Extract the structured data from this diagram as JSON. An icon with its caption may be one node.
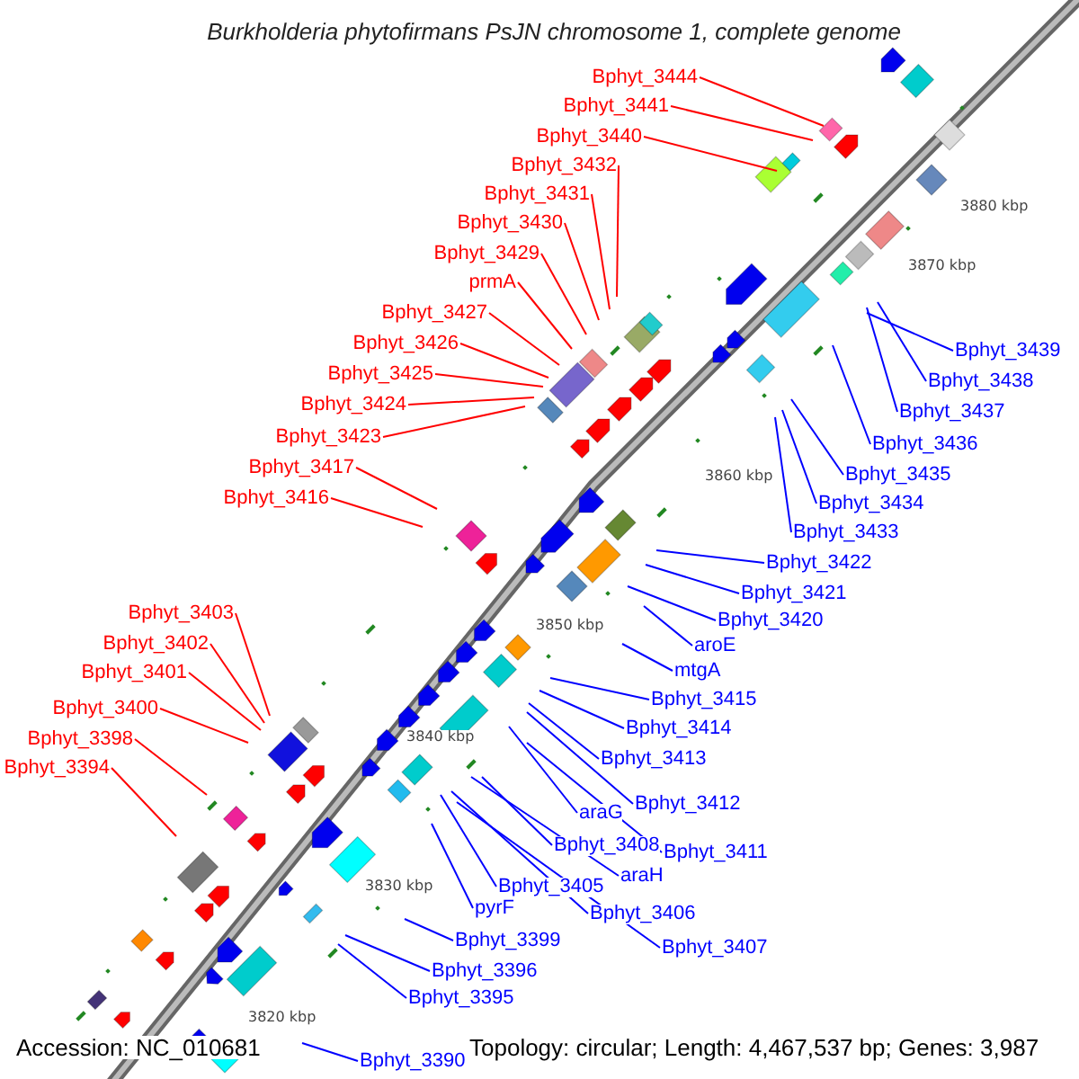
{
  "diagram": {
    "title": "Burkholderia phytofirmans PsJN chromosome 1, complete genome",
    "nodes": [
      {
        "text": [
          "Bphyt_3444"
        ]
      },
      {
        "text": [
          "Bphyt_3441"
        ]
      },
      {
        "text": [
          "Bphyt_3440"
        ]
      },
      {
        "text": [
          "Bphyt_3432"
        ]
      },
      {
        "text": [
          "Bphyt_3431"
        ]
      },
      {
        "text": [
          "Bphyt_3430"
        ]
      },
      {
        "text": [
          "Bphyt_3429"
        ]
      },
      {
        "text": [
          "prmA"
        ]
      },
      {
        "text": [
          "Bphyt_3427"
        ]
      },
      {
        "text": [
          "Bphyt_3426"
        ]
      },
      {
        "text": [
          "Bphyt_3425"
        ]
      },
      {
        "text": [
          "Bphyt_3424"
        ]
      },
      {
        "text": [
          "Bphyt_3423"
        ]
      },
      {
        "text": [
          "Bphyt_3417"
        ]
      },
      {
        "text": [
          "Bphyt_3416"
        ]
      },
      {
        "text": [
          "Bphyt_3403"
        ]
      },
      {
        "text": [
          "Bphyt_3402"
        ]
      },
      {
        "text": [
          "Bphyt_3401"
        ]
      },
      {
        "text": [
          "Bphyt_3400"
        ]
      },
      {
        "text": [
          "Bphyt_3398"
        ]
      },
      {
        "text": [
          "Bphyt_3394"
        ]
      },
      {
        "text": [
          "Bphyt_3439"
        ]
      },
      {
        "text": [
          "Bphyt_3438"
        ]
      },
      {
        "text": [
          "Bphyt_3437"
        ]
      },
      {
        "text": [
          "Bphyt_3436"
        ]
      },
      {
        "text": [
          "Bphyt_3435"
        ]
      },
      {
        "text": [
          "Bphyt_3434"
        ]
      },
      {
        "text": [
          "Bphyt_3433"
        ]
      },
      {
        "text": [
          "Bphyt_3422"
        ]
      },
      {
        "text": [
          "Bphyt_3421"
        ]
      },
      {
        "text": [
          "Bphyt_3420"
        ]
      },
      {
        "text": [
          "aroE"
        ]
      },
      {
        "text": [
          "mtgA"
        ]
      },
      {
        "text": [
          "Bphyt_3415"
        ]
      },
      {
        "text": [
          "Bphyt_3414"
        ]
      },
      {
        "text": [
          "Bphyt_3413"
        ]
      },
      {
        "text": [
          "Bphyt_3412"
        ]
      },
      {
        "text": [
          "araG"
        ]
      },
      {
        "text": [
          "Bphyt_3411"
        ]
      },
      {
        "text": [
          "Bphyt_3408"
        ]
      },
      {
        "text": [
          "araH"
        ]
      },
      {
        "text": [
          "Bphyt_3405"
        ]
      },
      {
        "text": [
          "Bphyt_3406"
        ]
      },
      {
        "text": [
          "pyrF"
        ]
      },
      {
        "text": [
          "Bphyt_3399"
        ]
      },
      {
        "text": [
          "Bphyt_3407"
        ]
      },
      {
        "text": [
          "Bphyt_3396"
        ]
      },
      {
        "text": [
          "Bphyt_3395"
        ]
      },
      {
        "text": [
          "Bphyt_3390"
        ]
      }
    ],
    "edges": [
      {
        "from": 0,
        "to": null,
        "arrow": "none",
        "color": "#ff0000"
      },
      {
        "from": 1,
        "to": null,
        "arrow": "none",
        "color": "#ff0000"
      },
      {
        "from": 2,
        "to": null,
        "arrow": "none",
        "color": "#ff0000"
      },
      {
        "from": 3,
        "to": null,
        "arrow": "none",
        "color": "#ff0000"
      },
      {
        "from": 4,
        "to": null,
        "arrow": "none",
        "color": "#ff0000"
      },
      {
        "from": 5,
        "to": null,
        "arrow": "none",
        "color": "#ff0000"
      },
      {
        "from": 6,
        "to": null,
        "arrow": "none",
        "color": "#ff0000"
      },
      {
        "from": 7,
        "to": null,
        "arrow": "none",
        "color": "#ff0000"
      },
      {
        "from": 8,
        "to": null,
        "arrow": "none",
        "color": "#ff0000"
      },
      {
        "from": 9,
        "to": null,
        "arrow": "none",
        "color": "#ff0000"
      },
      {
        "from": 10,
        "to": null,
        "arrow": "none",
        "color": "#ff0000"
      },
      {
        "from": 11,
        "to": null,
        "arrow": "none",
        "color": "#ff0000"
      },
      {
        "from": 12,
        "to": null,
        "arrow": "none",
        "color": "#ff0000"
      },
      {
        "from": 13,
        "to": null,
        "arrow": "none",
        "color": "#ff0000"
      },
      {
        "from": 14,
        "to": null,
        "arrow": "none",
        "color": "#ff0000"
      },
      {
        "from": 15,
        "to": null,
        "arrow": "none",
        "color": "#ff0000"
      },
      {
        "from": 16,
        "to": null,
        "arrow": "none",
        "color": "#ff0000"
      },
      {
        "from": 17,
        "to": null,
        "arrow": "none",
        "color": "#ff0000"
      },
      {
        "from": 18,
        "to": null,
        "arrow": "none",
        "color": "#ff0000"
      },
      {
        "from": 19,
        "to": null,
        "arrow": "none",
        "color": "#ff0000"
      },
      {
        "from": 20,
        "to": null,
        "arrow": "none",
        "color": "#ff0000"
      },
      {
        "from": 21,
        "to": null,
        "arrow": "none"
      },
      {
        "from": 22,
        "to": null,
        "arrow": "none"
      },
      {
        "from": 23,
        "to": null,
        "arrow": "none"
      },
      {
        "from": 24,
        "to": null,
        "arrow": "none"
      },
      {
        "from": 25,
        "to": null,
        "arrow": "none"
      },
      {
        "from": 26,
        "to": null,
        "arrow": "none"
      },
      {
        "from": 27,
        "to": null,
        "arrow": "none"
      },
      {
        "from": 28,
        "to": null,
        "arrow": "none"
      },
      {
        "from": 29,
        "to": null,
        "arrow": "none"
      },
      {
        "from": 30,
        "to": null,
        "arrow": "none"
      },
      {
        "from": 31,
        "to": null,
        "arrow": "none"
      },
      {
        "from": 32,
        "to": null,
        "arrow": "none"
      },
      {
        "from": 33,
        "to": null,
        "arrow": "none"
      },
      {
        "from": 34,
        "to": null,
        "arrow": "none"
      },
      {
        "from": 35,
        "to": null,
        "arrow": "none"
      },
      {
        "from": 36,
        "to": null,
        "arrow": "none"
      },
      {
        "from": 37,
        "to": null,
        "arrow": "none"
      },
      {
        "from": 38,
        "to": null,
        "arrow": "none"
      },
      {
        "from": 39,
        "to": null,
        "arrow": "none"
      },
      {
        "from": 40,
        "to": null,
        "arrow": "none"
      },
      {
        "from": 41,
        "to": null,
        "arrow": "none"
      },
      {
        "from": 42,
        "to": null,
        "arrow": "none"
      },
      {
        "from": 43,
        "to": null,
        "arrow": "none"
      },
      {
        "from": 44,
        "to": null,
        "arrow": "none"
      },
      {
        "from": 45,
        "to": null,
        "arrow": "none"
      },
      {
        "from": 46,
        "to": null,
        "arrow": "none"
      },
      {
        "from": 47,
        "to": null,
        "arrow": "none"
      },
      {
        "from": 48,
        "to": null,
        "arrow": "none"
      }
    ],
    "labels": [
      "3880 kbp",
      "3870 kbp",
      "3860 kbp",
      "3850 kbp",
      "3840 kbp",
      "3830 kbp",
      "3820 kbp",
      "Accession: NC_010681",
      "Topology: circular; Length: 4,467,537 bp; Genes: 3,987"
    ]
  }
}
